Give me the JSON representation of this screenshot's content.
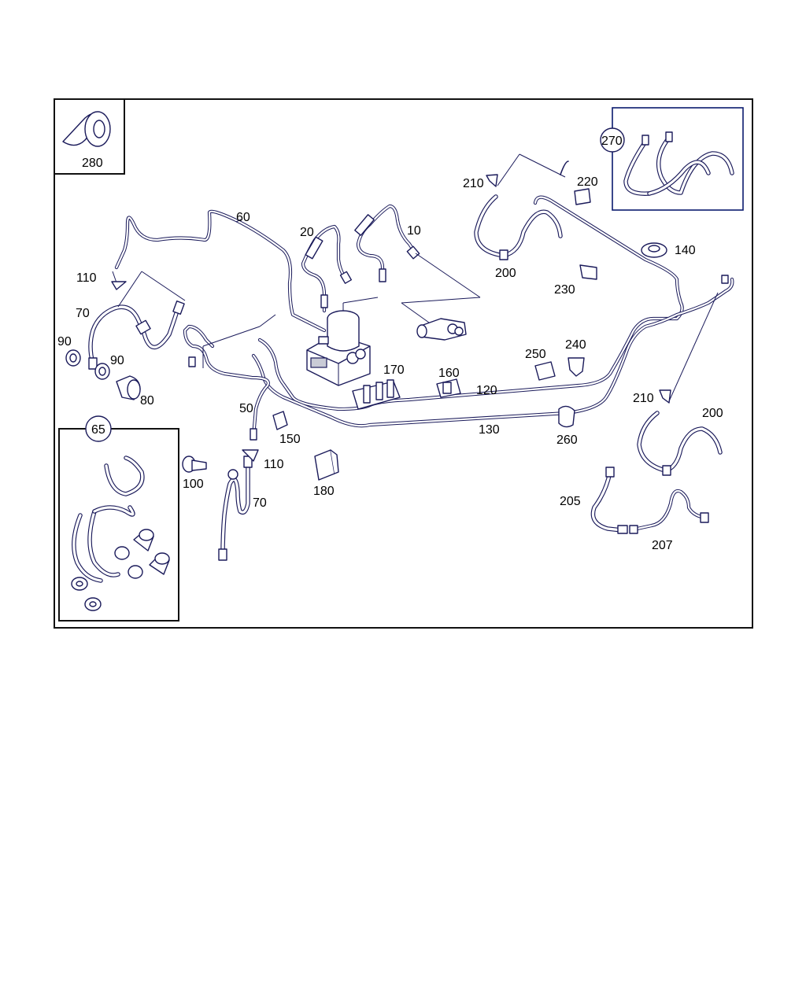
{
  "labels": {
    "l280": "280",
    "l270": "270",
    "l65": "65",
    "l60": "60",
    "l20": "20",
    "l10": "10",
    "l210a": "210",
    "l220": "220",
    "l140": "140",
    "l200a": "200",
    "l230": "230",
    "l110a": "110",
    "l70a": "70",
    "l90a": "90",
    "l90b": "90",
    "l80": "80",
    "l170": "170",
    "l160": "160",
    "l250": "250",
    "l240": "240",
    "l120": "120",
    "l130": "130",
    "l260": "260",
    "l210b": "210",
    "l200b": "200",
    "l50": "50",
    "l150": "150",
    "l100": "100",
    "l110b": "110",
    "l70b": "70",
    "l180": "180",
    "l205": "205",
    "l207": "207"
  },
  "colors": {
    "line": "#1a1a5a",
    "frame": "#111111",
    "inset_border": "#0a1a6e"
  }
}
